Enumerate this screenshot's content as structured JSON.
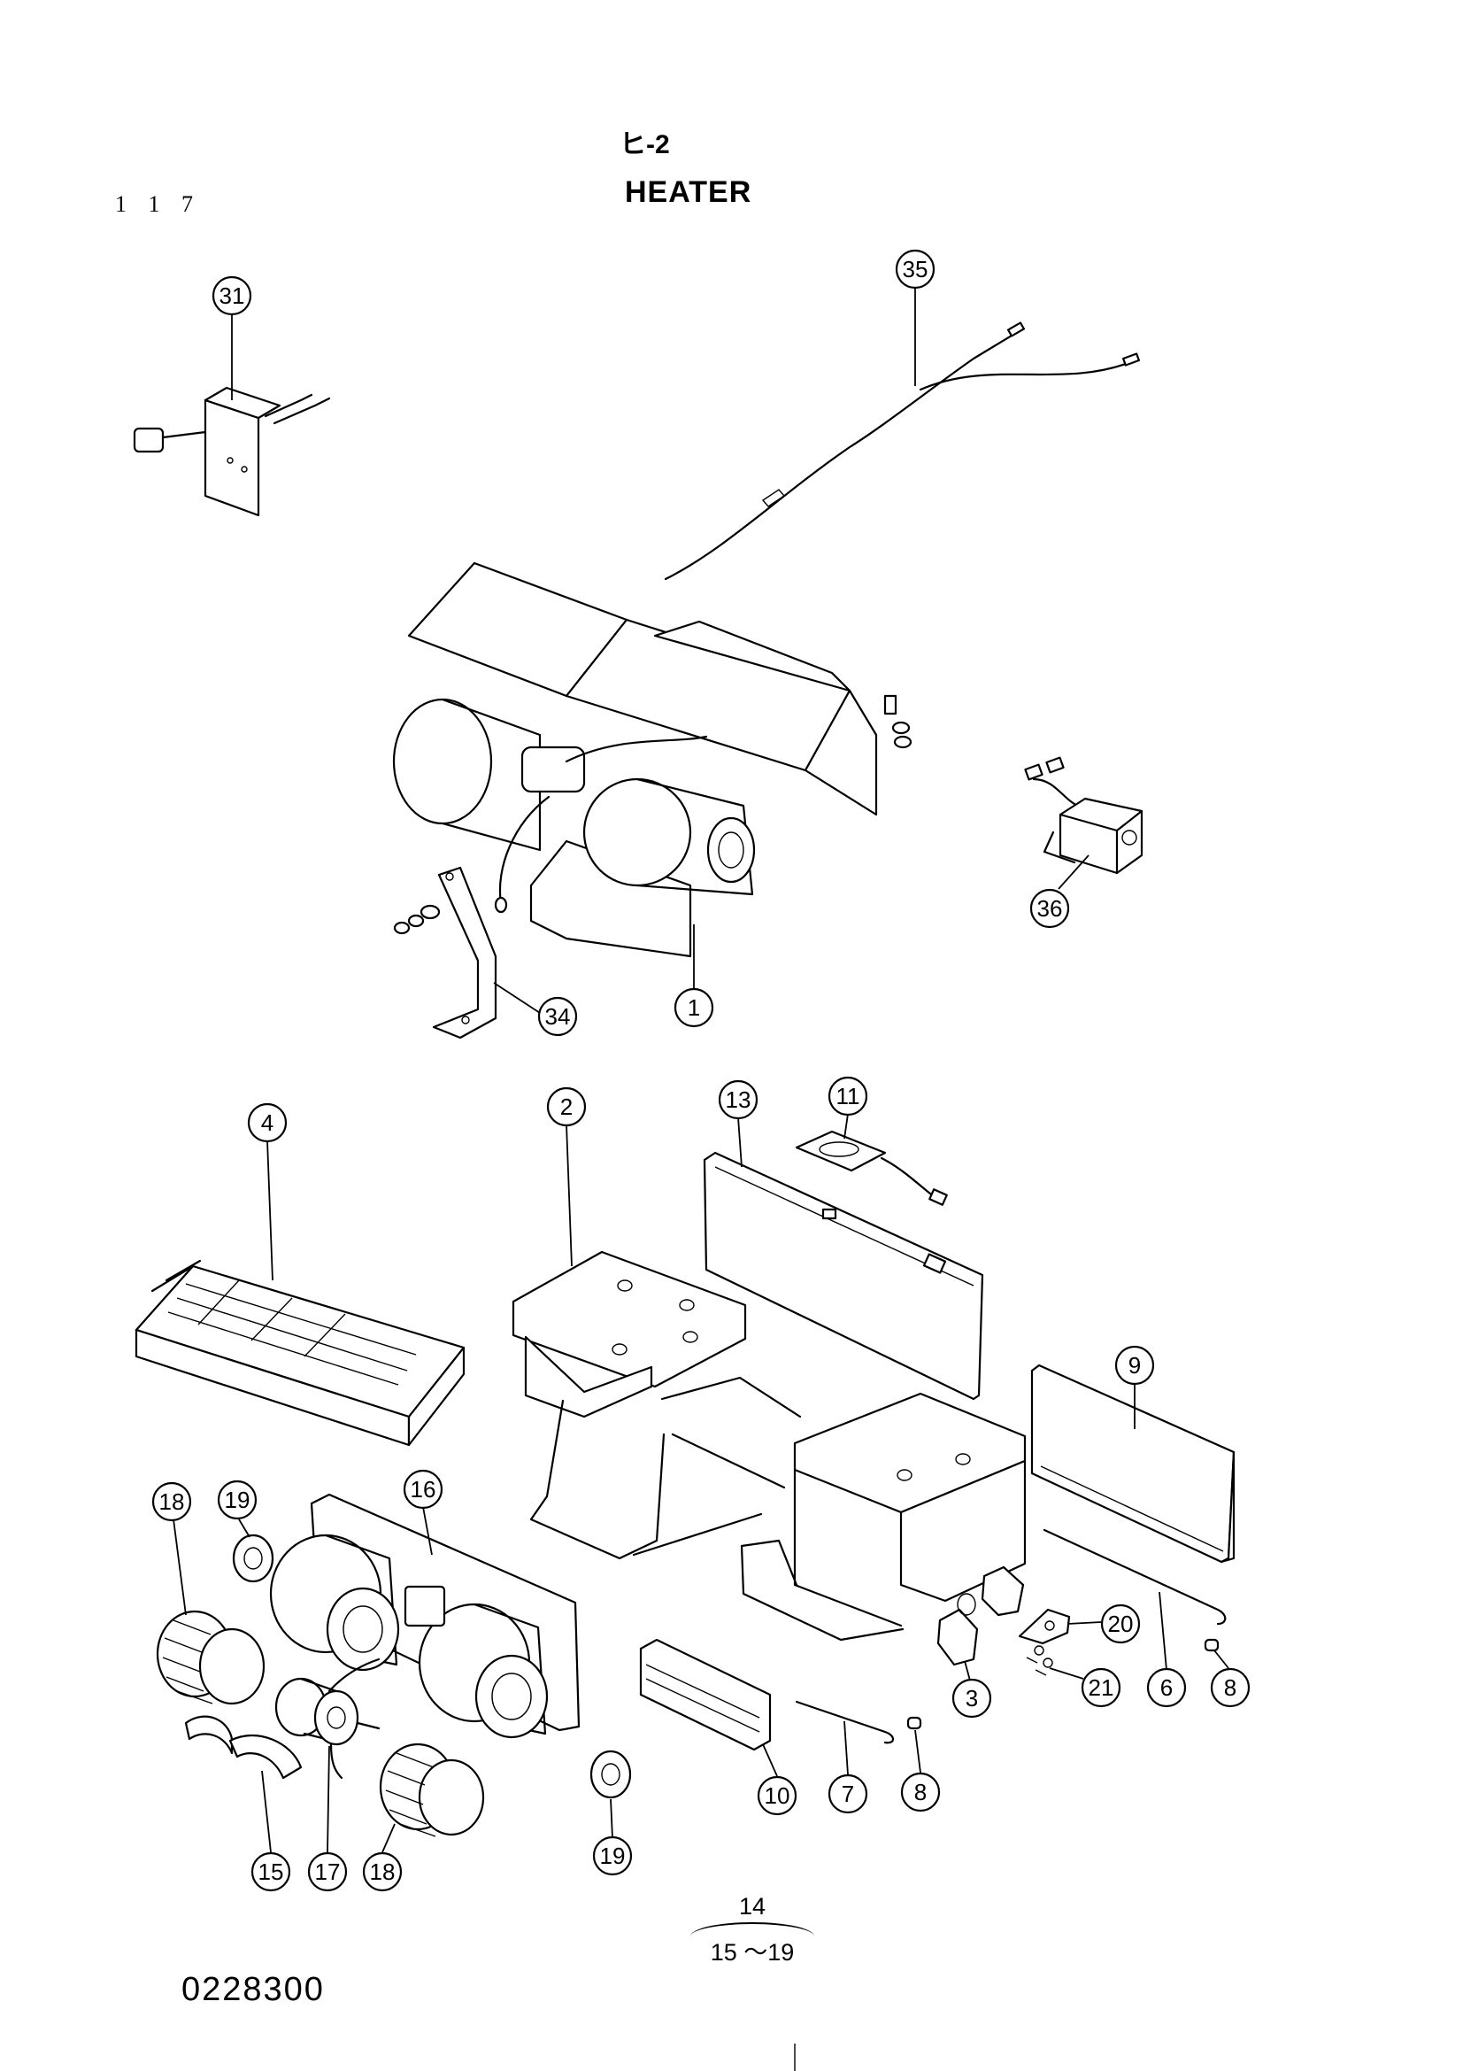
{
  "header": {
    "page_number": "1 1 7",
    "section_code": "ヒ-2",
    "section_title": "HEATER"
  },
  "callouts": {
    "c31": "31",
    "c35": "35",
    "c36": "36",
    "c34": "34",
    "c1": "1",
    "c4": "4",
    "c2": "2",
    "c13": "13",
    "c11": "11",
    "c9": "9",
    "c18a": "18",
    "c19a": "19",
    "c16": "16",
    "c20": "20",
    "c3": "3",
    "c21": "21",
    "c6": "6",
    "c8a": "8",
    "c10": "10",
    "c7": "7",
    "c8b": "8",
    "c15": "15",
    "c17": "17",
    "c18b": "18",
    "c19b": "19"
  },
  "group_note": {
    "parent": "14",
    "range": "15 ～19"
  },
  "footer": {
    "document_id": "0228300"
  }
}
